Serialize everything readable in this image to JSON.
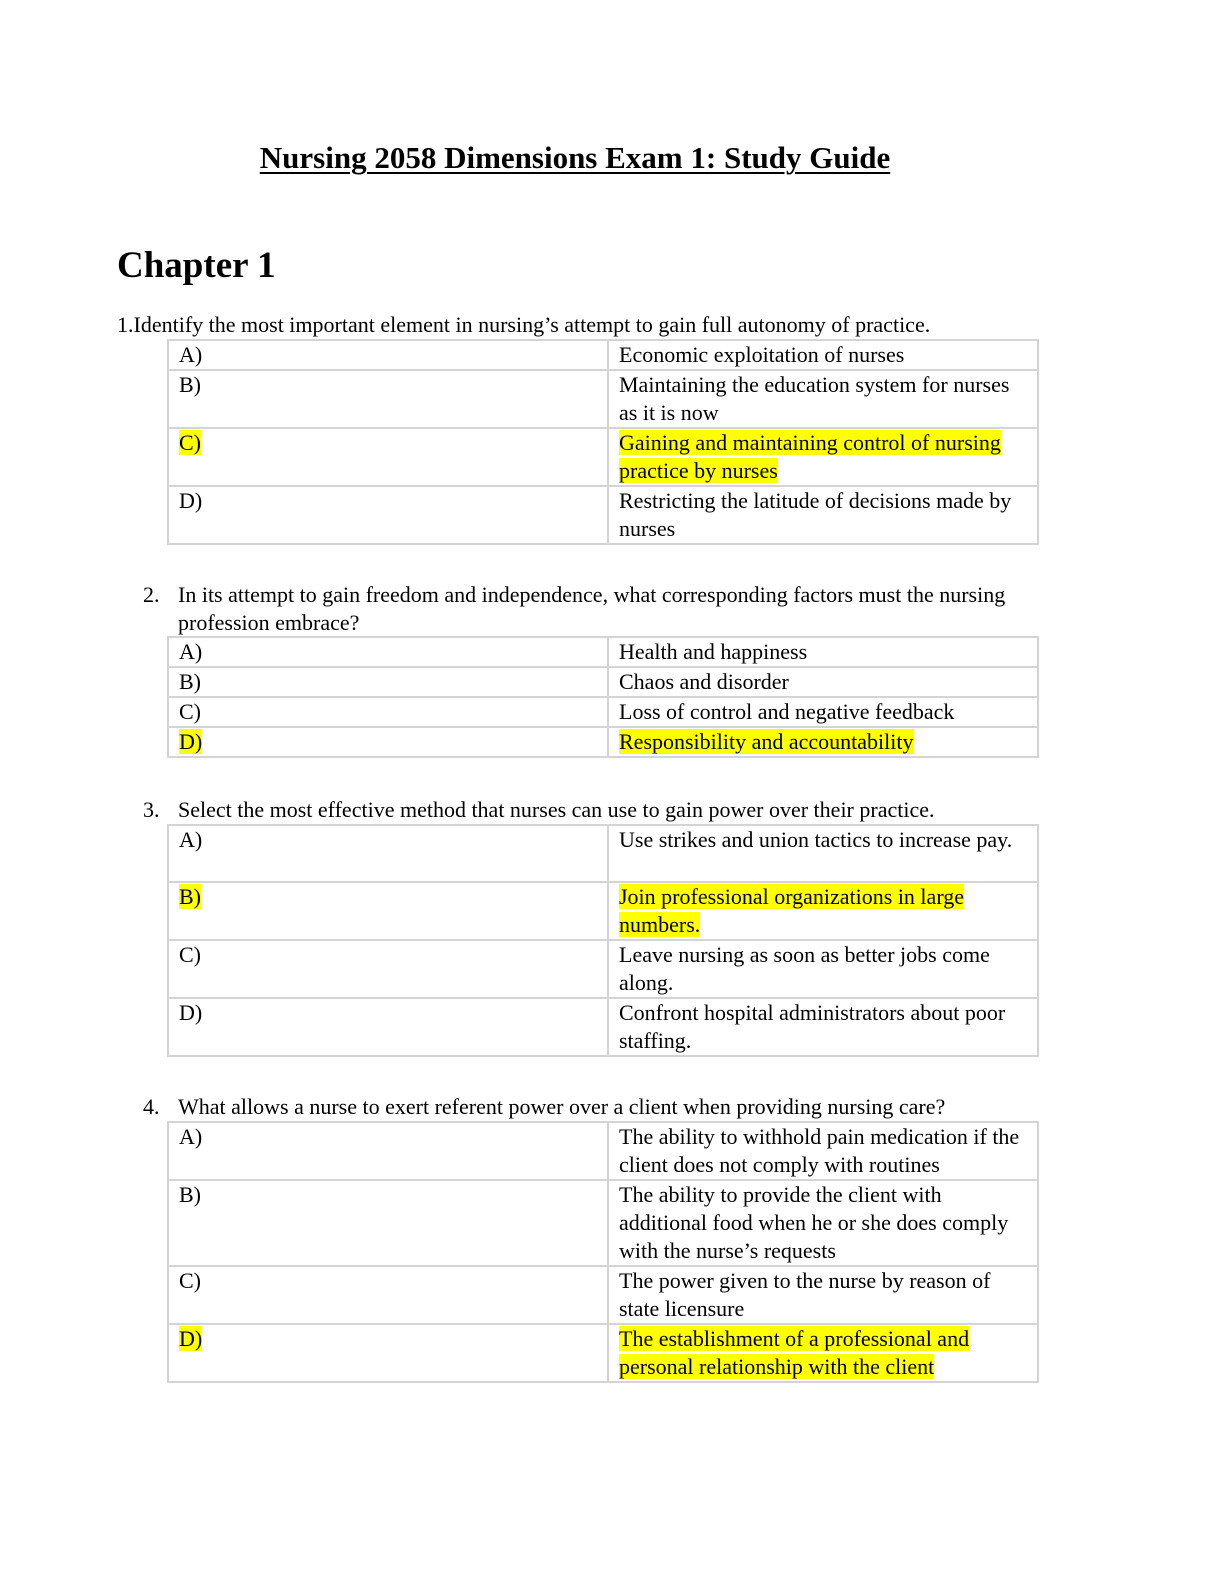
{
  "title": "Nursing 2058 Dimensions Exam 1: Study Guide",
  "chapter": "Chapter 1",
  "questions": [
    {
      "number": "1.",
      "text": "Identify the most important element in nursing’s attempt to gain full autonomy of practice.",
      "options": [
        {
          "letter": "A)",
          "text": "Economic exploitation of nurses",
          "highlighted": false
        },
        {
          "letter": "B)",
          "text": "Maintaining the education system for nurses as it is now",
          "highlighted": false
        },
        {
          "letter": "C)",
          "text": "Gaining and maintaining control of nursing practice by nurses",
          "highlighted": true
        },
        {
          "letter": "D)",
          "text": "Restricting the latitude of decisions made by nurses",
          "highlighted": false
        }
      ]
    },
    {
      "number": "2.",
      "text": "In its attempt to gain freedom and independence, what corresponding factors must the nursing profession embrace?",
      "options": [
        {
          "letter": "A)",
          "text": "Health and happiness",
          "highlighted": false
        },
        {
          "letter": "B)",
          "text": "Chaos and disorder",
          "highlighted": false
        },
        {
          "letter": "C)",
          "text": "Loss of control and negative feedback",
          "highlighted": false
        },
        {
          "letter": "D)",
          "text": "Responsibility and accountability",
          "highlighted": true
        }
      ]
    },
    {
      "number": "3.",
      "text": "Select the most effective method that nurses can use to gain power over their practice.",
      "options": [
        {
          "letter": "A)",
          "text": "Use strikes and union tactics to increase pay.",
          "highlighted": false
        },
        {
          "letter": "B)",
          "text": "Join professional organizations in large numbers.",
          "highlighted": true
        },
        {
          "letter": "C)",
          "text": "Leave nursing as soon as better jobs come along.",
          "highlighted": false
        },
        {
          "letter": "D)",
          "text": "Confront hospital administrators about poor staffing.",
          "highlighted": false
        }
      ]
    },
    {
      "number": "4.",
      "text": "What allows a nurse to exert referent power over a client when providing nursing care?",
      "options": [
        {
          "letter": "A)",
          "text": "The ability to withhold pain medication if the client does not comply with routines",
          "highlighted": false
        },
        {
          "letter": "B)",
          "text": "The ability to provide the client with additional food when he or she does comply with the nurse’s requests",
          "highlighted": false
        },
        {
          "letter": "C)",
          "text": "The power given to the nurse by reason of state licensure",
          "highlighted": false
        },
        {
          "letter": "D)",
          "text": "The establishment of a professional and personal relationship with the client",
          "highlighted": true
        }
      ]
    }
  ]
}
